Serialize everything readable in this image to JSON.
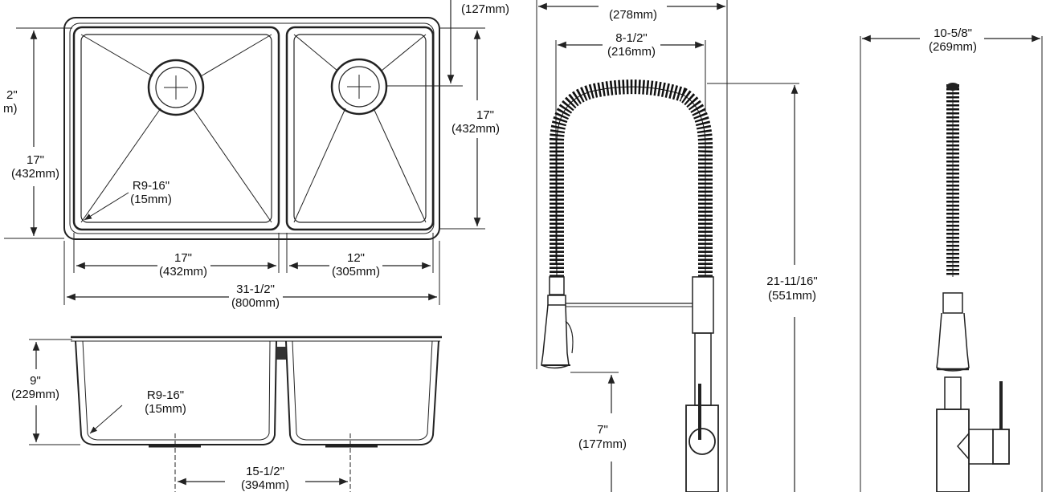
{
  "sink_top": {
    "overall_width": {
      "imperial": "31-1/2\"",
      "metric": "(800mm)"
    },
    "left_bowl_width": {
      "imperial": "17\"",
      "metric": "(432mm)"
    },
    "right_bowl_width": {
      "imperial": "12\"",
      "metric": "(305mm)"
    },
    "left_bowl_depth": {
      "imperial": "17\"",
      "metric": "(432mm)"
    },
    "partial_top_label": {
      "imperial": "2\"",
      "metric": "m)"
    },
    "right_bowl_depth": {
      "imperial": "17\"",
      "metric": "(432mm)"
    },
    "drain_offset": {
      "metric": "(127mm)"
    },
    "corner_radius": {
      "imperial": "R9-16\"",
      "metric": "(15mm)"
    }
  },
  "sink_side": {
    "depth": {
      "imperial": "9\"",
      "metric": "(229mm)"
    },
    "corner_radius": {
      "imperial": "R9-16\"",
      "metric": "(15mm)"
    },
    "drain_spacing": {
      "imperial": "15-1/2\"",
      "metric": "(394mm)"
    }
  },
  "faucet_front": {
    "reach": {
      "metric": "(278mm)"
    },
    "spout_reach": {
      "imperial": "8-1/2\"",
      "metric": "(216mm)"
    },
    "height": {
      "imperial": "21-11/16\"",
      "metric": "(551mm)"
    },
    "spout_clearance": {
      "imperial": "7\"",
      "metric": "(177mm)"
    }
  },
  "faucet_side": {
    "width": {
      "imperial": "10-5/8\"",
      "metric": "(269mm)"
    }
  }
}
